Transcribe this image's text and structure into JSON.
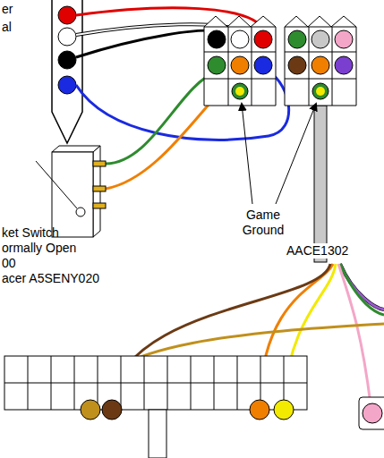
{
  "diagram": {
    "labels": [
      "er",
      "al",
      "Game Ground",
      "AACE1302",
      "ket Switch",
      "ormally Open",
      "00",
      "acer A5SENY020"
    ]
  }
}
